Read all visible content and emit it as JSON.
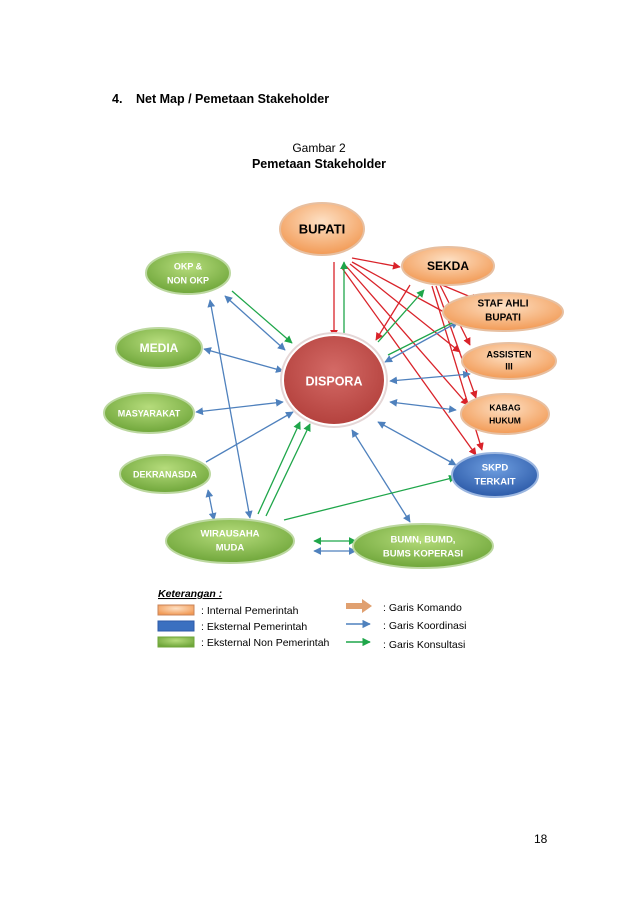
{
  "page": {
    "heading_number": "4.",
    "heading_text": "Net Map / Pemetaan Stakeholder",
    "figure_number": "Gambar 2",
    "figure_title": "Pemetaan Stakeholder",
    "page_number": "18"
  },
  "colors": {
    "internal": "#f3a86c",
    "external": "#3b70c0",
    "non_government": "#8cbd4f",
    "center": "#c0504d",
    "komando_arrow": "#d9232a",
    "koordinasi_arrow": "#4f81bd",
    "konsultasi_arrow": "#1fa64a"
  },
  "nodes": {
    "bupati": "BUPATI",
    "sekda": "SEKDA",
    "staf_ahli_1": "STAF AHLI",
    "staf_ahli_2": "BUPATI",
    "assisten_1": "ASSISTEN",
    "assisten_2": "III",
    "kabag_1": "KABAG",
    "kabag_2": "HUKUM",
    "skpd_1": "SKPD",
    "skpd_2": "TERKAIT",
    "bumn_1": "BUMN, BUMD,",
    "bumn_2": "BUMS KOPERASI",
    "wirausaha_1": "WIRAUSAHA",
    "wirausaha_2": "MUDA",
    "dekranasda": "DEKRANASDA",
    "masyarakat": "MASYARAKAT",
    "media": "MEDIA",
    "okp_1": "OKP &",
    "okp_2": "NON OKP",
    "dispora": "DISPORA"
  },
  "legend": {
    "title": "Keterangan :",
    "internal": ": Internal Pemerintah",
    "external": ": Eksternal Pemerintah",
    "non_government": ": Eksternal Non Pemerintah",
    "komando": ": Garis Komando",
    "koordinasi": ": Garis Koordinasi",
    "konsultasi": ": Garis Konsultasi"
  }
}
